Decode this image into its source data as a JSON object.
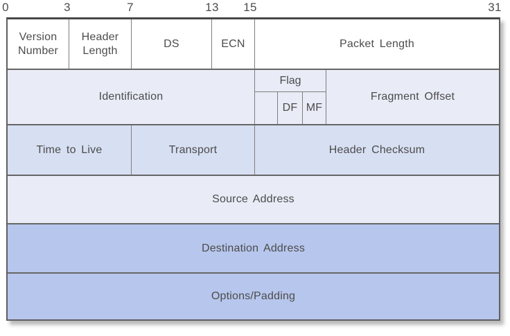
{
  "ruler": {
    "labels": [
      "0",
      "3",
      "7",
      "13",
      "15",
      "31"
    ]
  },
  "fields": {
    "version": "Version Number",
    "header_length": "Header Length",
    "ds": "DS",
    "ecn": "ECN",
    "packet_length": "Packet Length",
    "identification": "Identification",
    "flag": "Flag",
    "df": "DF",
    "mf": "MF",
    "fragment_offset": "Fragment Offset",
    "time_to_live": "Time to Live",
    "transport": "Transport",
    "header_checksum": "Header Checksum",
    "source_address": "Source Address",
    "destination_address": "Destination Address",
    "options_padding": "Options/Padding"
  },
  "colors": {
    "row_white": "#ffffff",
    "row_light": "#e9ebf6",
    "row_medium": "#d7dff2",
    "row_dark": "#b7c6ec",
    "border_outer": "#5f5f5f",
    "border_top": "#484848",
    "border_row": "#666666",
    "border_cell": "#7e7e7e",
    "text": "#4c4c4c"
  }
}
